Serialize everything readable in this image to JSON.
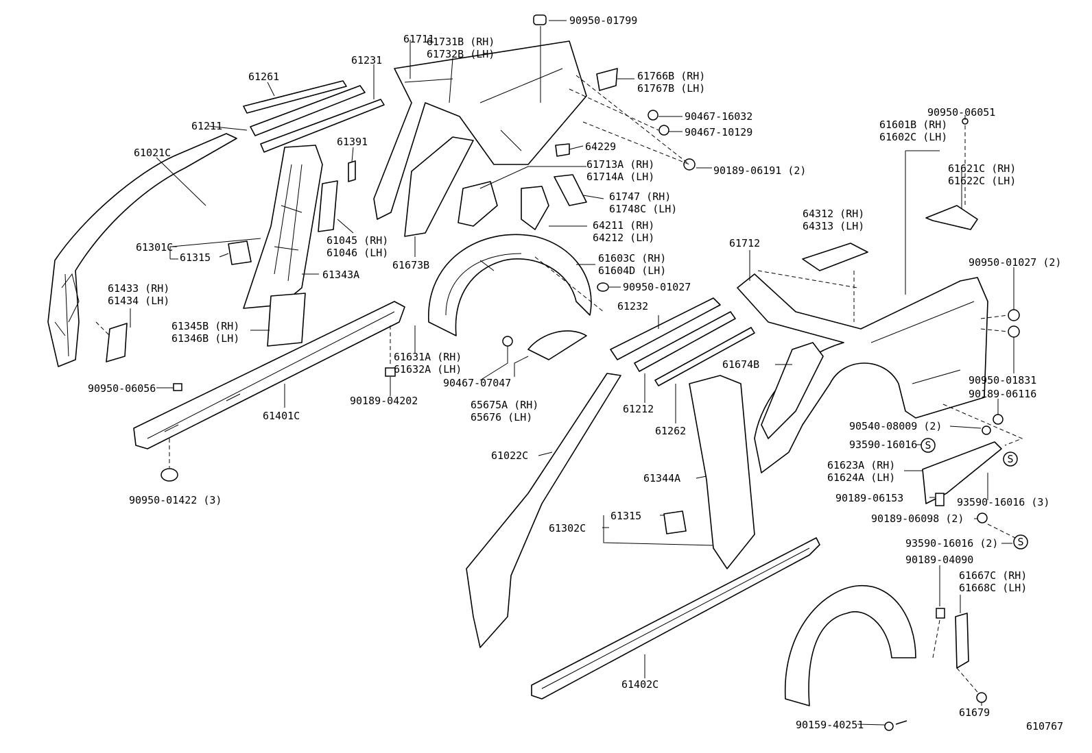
{
  "diagram_id": "610767",
  "labels": {
    "l01": "90950-01799",
    "l02": "61711",
    "l03": "61731B (RH)",
    "l04": "61732B (LH)",
    "l05": "61231",
    "l06": "61261",
    "l07": "61766B (RH)",
    "l08": "61767B (LH)",
    "l09": "61211",
    "l10": "90467-16032",
    "l11": "90467-10129",
    "l12": "61021C",
    "l13": "61391",
    "l14": "64229",
    "l15": "90950-06051",
    "l16": "61601B (RH)",
    "l17": "61602C (LH)",
    "l18": "61713A (RH)",
    "l19": "61714A (LH)",
    "l20": "90189-06191 (2)",
    "l21": "61621C (RH)",
    "l22": "61622C (LH)",
    "l23": "61747  (RH)",
    "l24": "61748C (LH)",
    "l25": "61045 (RH)",
    "l26": "61046 (LH)",
    "l27": "61301C",
    "l28": "61315",
    "l29": "64211 (RH)",
    "l30": "64212 (LH)",
    "l31": "64312 (RH)",
    "l32": "64313 (LH)",
    "l33": "61673B",
    "l34": "61712",
    "l35": "61603C (RH)",
    "l36": "61604D (LH)",
    "l37": "61343A",
    "l38": "90950-01027 (2)",
    "l39": "61433 (RH)",
    "l40": "61434 (LH)",
    "l41": "90950-01027",
    "l42": "61232",
    "l43": "61345B (RH)",
    "l44": "61346B (LH)",
    "l45": "61631A (RH)",
    "l46": "61632A (LH)",
    "l47": "61674B",
    "l48": "90950-01831",
    "l49": "90467-07047",
    "l50": "90189-06116",
    "l51": "90950-06056",
    "l52": "65675A (RH)",
    "l53": "65676  (LH)",
    "l54": "61212",
    "l55": "90189-04202",
    "l56": "61401C",
    "l57": "90540-08009 (2)",
    "l58": "61262",
    "l59": "93590-16016",
    "l60": "61022C",
    "l61": "61623A (RH)",
    "l62": "61624A (LH)",
    "l63": "61344A",
    "l64": "90950-01422 (3)",
    "l65": "90189-06153",
    "l66": "93590-16016 (3)",
    "l67": "61315",
    "l68": "90189-06098 (2)",
    "l69": "61302C",
    "l70": "93590-16016 (2)",
    "l71": "90189-04090",
    "l72": "61667C (RH)",
    "l73": "61668C (LH)",
    "l74": "61402C",
    "l75": "61679",
    "l76": "90159-40251"
  },
  "symbol_s": "S"
}
